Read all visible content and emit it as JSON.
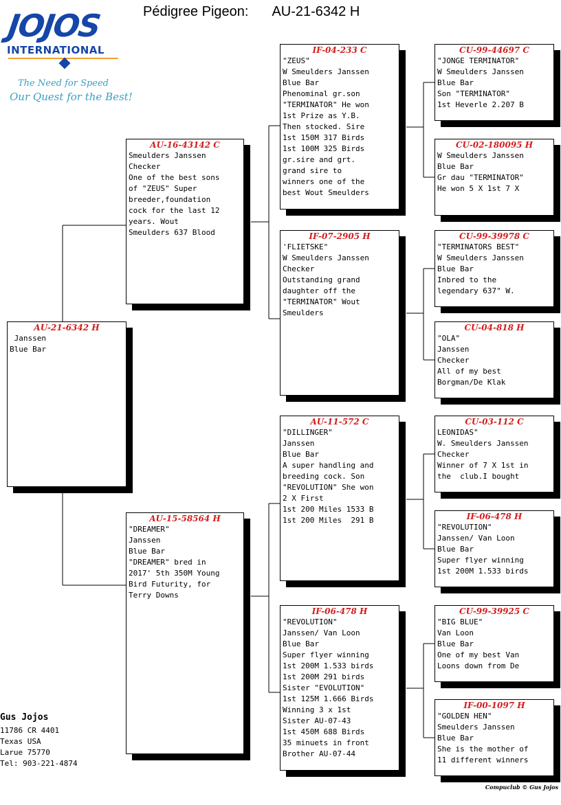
{
  "header": {
    "label": "Pédigree Pigeon:",
    "ring": "AU-21-6342 H"
  },
  "logo": {
    "name": "JOJOS",
    "sub": "INTERNATIONAL",
    "tagline1": "The Need for Speed",
    "tagline2": "Our Quest for the Best!"
  },
  "pigeons": [
    {
      "id": "AU-21-6342 H",
      "lines": [
        "",
        " Janssen",
        "Blue Bar"
      ]
    },
    {
      "id": "AU-16-43142 C",
      "lines": [
        "",
        "Smeulders Janssen",
        "Checker",
        "One of the best sons",
        "of \"ZEUS\" Super",
        "breeder,foundation",
        "cock for the last 12",
        "years. Wout",
        "Smeulders 637 Blood"
      ]
    },
    {
      "id": "AU-15-58564 H",
      "lines": [
        "\"DREAMER\"",
        "Janssen",
        "Blue Bar",
        "",
        "\"DREAMER\" bred in",
        "2017' 5th 350M Young",
        "Bird Futurity, for",
        "Terry Downs"
      ]
    },
    {
      "id": "IF-04-233 C",
      "lines": [
        "\"ZEUS\"",
        "W Smeulders Janssen",
        "Blue Bar",
        "Phenominal gr.son",
        "\"TERMINATOR\" He won",
        "1st Prize as Y.B.",
        "Then stocked. Sire",
        "1st 150M 317 Birds",
        "1st 100M 325 Birds",
        "gr.sire and grt.",
        "grand sire to",
        "winners one of the",
        "best Wout Smeulders"
      ]
    },
    {
      "id": "IF-07-2905 H",
      "lines": [
        "'FLIETSKE\"",
        "W Smeulders Janssen",
        "Checker",
        "Outstanding grand",
        "daughter off the",
        "\"TERMINATOR\" Wout",
        "Smeulders"
      ]
    },
    {
      "id": "AU-11-572 C",
      "lines": [
        "\"DILLINGER\"",
        "Janssen",
        "Blue Bar",
        "A super handling and",
        "breeding cock. Son",
        "\"REVOLUTION\" She won",
        "2 X First",
        "1st 200 Miles 1533 B",
        "1st 200 Miles  291 B"
      ]
    },
    {
      "id": "IF-06-478 H",
      "lines": [
        "\"REVOLUTION\"",
        "Janssen/ Van Loon",
        "Blue Bar",
        "Super flyer winning",
        "1st 200M 1.533 birds",
        "1st 200M 291 birds",
        "Sister \"EVOLUTION\"",
        "1st 125M 1.666 Birds",
        "Winning 3 x 1st",
        "Sister AU-07-43",
        "1st 450M 688 Birds",
        "35 minuets in front",
        "Brother AU-07-44"
      ]
    },
    {
      "id": "CU-99-44697 C",
      "lines": [
        "\"JONGE TERMINATOR\"",
        "W Smeulders Janssen",
        "Blue Bar",
        "Son \"TERMINATOR\"",
        "1st Heverle 2.207 B"
      ]
    },
    {
      "id": "CU-02-180095 H",
      "lines": [
        "",
        "W Smeulders Janssen",
        "Blue Bar",
        "Gr dau \"TERMINATOR\"",
        "He won 5 X 1st 7 X"
      ]
    },
    {
      "id": "CU-99-39978 C",
      "lines": [
        "\"TERMINATORS BEST\"",
        "W Smeulders Janssen",
        "Blue Bar",
        "Inbred to the",
        "legendary 637\" W."
      ]
    },
    {
      "id": "CU-04-818 H",
      "lines": [
        "\"OLA\"",
        "Janssen",
        "Checker",
        "All of my best",
        "Borgman/De Klak"
      ]
    },
    {
      "id": "CU-03-112 C",
      "lines": [
        "LEONIDAS\"",
        "W. Smeulders Janssen",
        "Checker",
        "Winner of 7 X 1st in",
        "the  club.I bought"
      ]
    },
    {
      "id": "IF-06-478 H",
      "lines": [
        "",
        "\"REVOLUTION\"",
        "Janssen/ Van Loon",
        "Blue Bar",
        "Super flyer winning",
        "1st 200M 1.533 birds"
      ]
    },
    {
      "id": "CU-99-39925 C",
      "lines": [
        "\"BIG BLUE\"",
        "Van Loon",
        "Blue Bar",
        "One of my best Van",
        "Loons down from De"
      ]
    },
    {
      "id": "IF-00-1097 H",
      "lines": [
        "\"GOLDEN HEN\"",
        "Smeulders Janssen",
        "Blue Bar",
        "She is the mother of",
        "11 different winners"
      ]
    }
  ],
  "owner": {
    "name": "Gus Jojos",
    "address": [
      "11786 CR 4401",
      "Texas USA",
      "Larue 75770",
      "Tel: 903-221-4874"
    ]
  },
  "footer": "Compuclub © Gus Jojos"
}
